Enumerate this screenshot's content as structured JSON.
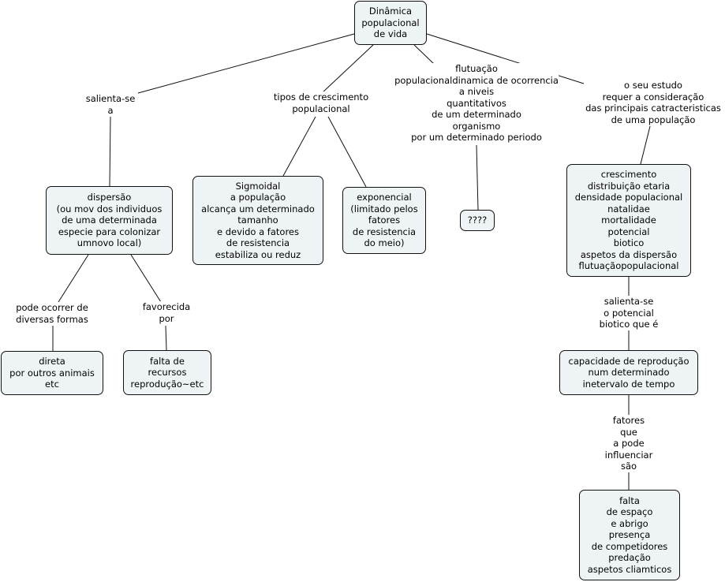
{
  "nodes": {
    "root": [
      "Dinâmica",
      "populacional",
      "de vida"
    ],
    "dispersao": [
      "dispersão",
      "(ou mov dos individuos",
      "de uma determinada",
      "especie para colonizar",
      "umnovo local)"
    ],
    "sigmoidal": [
      "Sigmoidal",
      "a população",
      "alcança um determinado",
      "tamanho",
      "e devido a fatores",
      "de resistencia",
      "estabiliza ou reduz"
    ],
    "exponencial": [
      "exponencial",
      "(limitado pelos",
      "fatores",
      "de resistencia",
      "do meio)"
    ],
    "question": [
      "????"
    ],
    "caracteristicas": [
      "crescimento",
      "distribuição etaria",
      "densidade populacional",
      "natalidae",
      "mortalidade",
      "potencial",
      "biotico",
      "aspetos da dispersão",
      "flutuaçãopopulacional"
    ],
    "direta": [
      "direta",
      "por outros animais",
      "etc"
    ],
    "falta_recursos": [
      "falta de",
      "recursos",
      "reprodução~etc"
    ],
    "capacidade": [
      "capacidade de reprodução",
      "num determinado",
      "inetervalo de tempo"
    ],
    "falta_espaco": [
      "falta",
      "de espaço",
      "e abrigo",
      "presença",
      "de competidores",
      "predação",
      "aspetos cliamticos"
    ]
  },
  "labels": {
    "salienta_a": [
      "salienta-se",
      "a"
    ],
    "tipos": [
      "tipos de crescimento",
      "populacional"
    ],
    "flutuacao": [
      "flutuação",
      "populacionaldinamica de ocorrencia",
      "a niveis",
      "quantitativos",
      "de um determinado",
      "organismo",
      "por um determinado periodo"
    ],
    "estudo": [
      "o seu estudo",
      "requer a consideração",
      "das principais catracteristicas",
      "de uma população"
    ],
    "pode_ocorrer": [
      "pode ocorrer de",
      "diversas formas"
    ],
    "favorecida": [
      "favorecida",
      "por"
    ],
    "salienta_potencial": [
      "salienta-se",
      "o potencial",
      "biotico que é"
    ],
    "fatores": [
      "fatores",
      "que",
      "a pode",
      "influenciar",
      "são"
    ]
  }
}
